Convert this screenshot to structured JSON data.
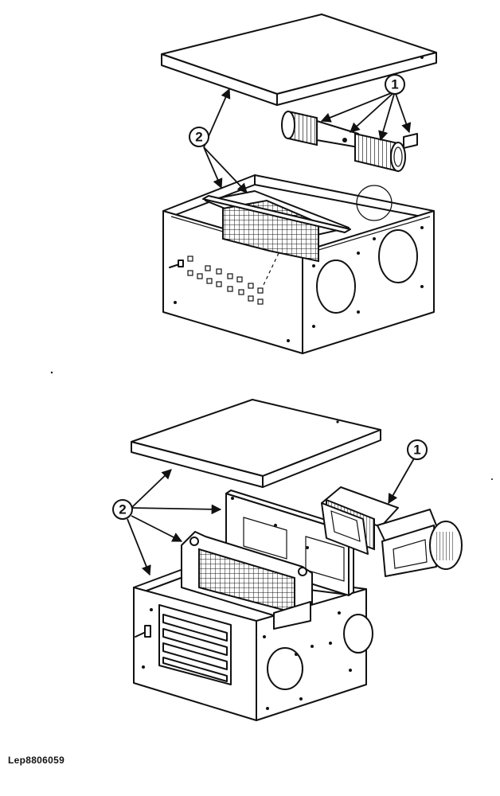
{
  "figure": {
    "reference_code": "Lep8806059",
    "top_view": {
      "callouts": [
        {
          "number": "1"
        },
        {
          "number": "2"
        }
      ]
    },
    "bottom_view": {
      "callouts": [
        {
          "number": "1"
        },
        {
          "number": "2"
        }
      ]
    }
  }
}
